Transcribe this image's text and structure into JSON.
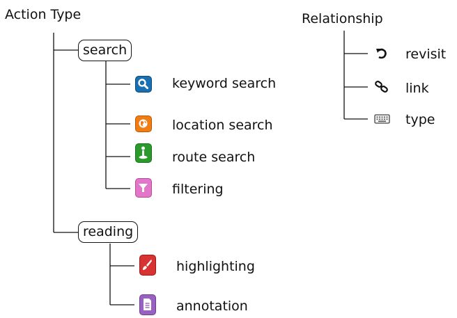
{
  "action_type": {
    "title": "Action Type",
    "groups": [
      {
        "label": "search",
        "items": [
          {
            "label": "keyword search",
            "icon": "magnifier-icon",
            "color": "#1a6fb0"
          },
          {
            "label": "location search",
            "icon": "globe-icon",
            "color": "#f07c14"
          },
          {
            "label": "route search",
            "icon": "person-pin-icon",
            "color": "#2a9a2c"
          },
          {
            "label": "filtering",
            "icon": "funnel-icon",
            "color": "#e276c8"
          }
        ]
      },
      {
        "label": "reading",
        "items": [
          {
            "label": "highlighting",
            "icon": "paintbrush-icon",
            "color": "#d83232"
          },
          {
            "label": "annotation",
            "icon": "document-icon",
            "color": "#9a62c0"
          }
        ]
      }
    ]
  },
  "relationship": {
    "title": "Relationship",
    "items": [
      {
        "label": "revisit",
        "icon": "undo-arrow-icon"
      },
      {
        "label": "link",
        "icon": "chain-link-icon"
      },
      {
        "label": "type",
        "icon": "keyboard-icon"
      }
    ]
  }
}
